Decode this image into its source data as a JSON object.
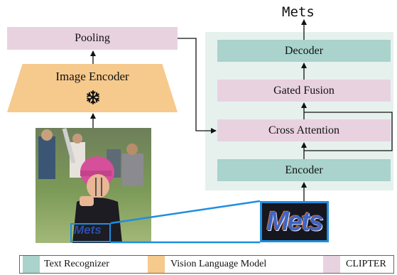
{
  "diagram": {
    "output_text": "Mets",
    "left_branch": {
      "pooling": "Pooling",
      "image_encoder": "Image Encoder",
      "frozen_icon": "snowflake-icon"
    },
    "right_branch": {
      "decoder": "Decoder",
      "gated_fusion": "Gated Fusion",
      "cross_attention": "Cross Attention",
      "encoder": "Encoder"
    },
    "crop_text": "Mets",
    "legend": [
      {
        "label": "Text Recognizer",
        "color": "#a9d3cc"
      },
      {
        "label": "Vision Language Model",
        "color": "#f6c98c"
      },
      {
        "label": "CLIPTER",
        "color": "#e9d2e0"
      }
    ],
    "colors": {
      "text_recognizer": "#a9d3cc",
      "vision_language_model": "#f6c98c",
      "clipter": "#e9d2e0",
      "panel": "#e6f1ee",
      "crop_highlight": "#1f8ee0"
    }
  }
}
